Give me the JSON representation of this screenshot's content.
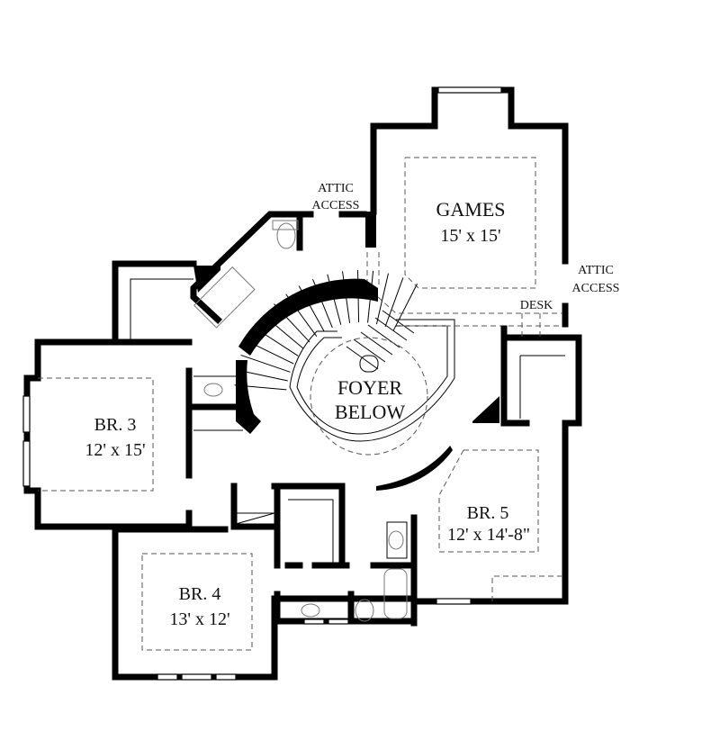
{
  "plan": {
    "rooms": [
      {
        "name": "GAMES",
        "size": "15' x 15'"
      },
      {
        "name": "FOYER",
        "size": "BELOW"
      },
      {
        "name": "BR. 3",
        "size": "12' x 15'"
      },
      {
        "name": "BR. 4",
        "size": "13' x 12'"
      },
      {
        "name": "BR. 5",
        "size": "12' x 14'-8\""
      }
    ],
    "annotations": {
      "attic_access_top": [
        "ATTIC",
        "ACCESS"
      ],
      "attic_access_right": [
        "ATTIC",
        "ACCESS"
      ],
      "desk": "DESK"
    }
  }
}
